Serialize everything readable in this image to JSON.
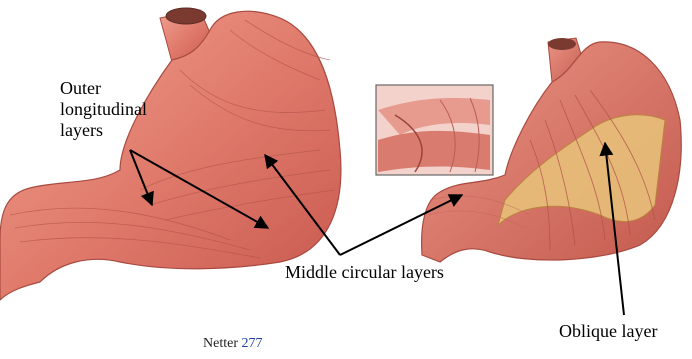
{
  "labels": {
    "outer_line1": "Outer",
    "outer_line2": "longitudinal",
    "outer_line3": "layers",
    "middle": "Middle circular layers",
    "oblique": "Oblique layer"
  },
  "credit": {
    "source": "Netter",
    "page": "277"
  },
  "colors": {
    "muscle": "#e07b6c",
    "muscle_dark": "#b94b45",
    "fat": "#e8c07a",
    "arrow": "#000000",
    "link": "#1f3fa8"
  }
}
